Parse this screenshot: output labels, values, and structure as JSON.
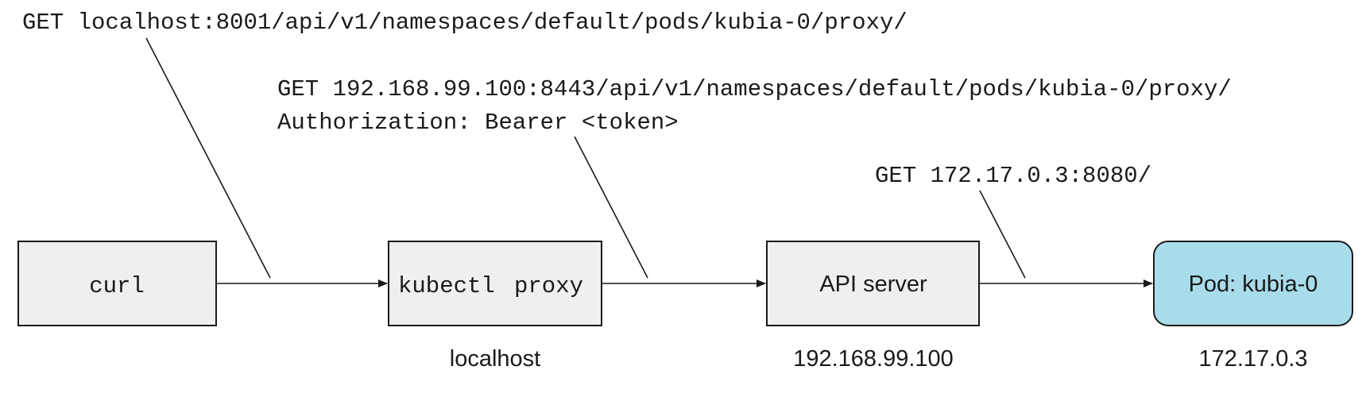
{
  "colors": {
    "box_fill": "#efefef",
    "pod_fill": "#a8dcea",
    "stroke": "#1a1a1a",
    "text": "#1a1a1a"
  },
  "requests": {
    "curl_request": "GET localhost:8001/api/v1/namespaces/default/pods/kubia-0/proxy/",
    "proxy_request_line1": "GET 192.168.99.100:8443/api/v1/namespaces/default/pods/kubia-0/proxy/",
    "proxy_request_line2": "Authorization: Bearer <token>",
    "api_request": "GET 172.17.0.3:8080/"
  },
  "nodes": {
    "curl": {
      "label": "curl"
    },
    "kubectl_proxy": {
      "label_part1": "kubectl",
      "label_part2": "proxy",
      "host": "localhost"
    },
    "api_server": {
      "label": "API server",
      "host": "192.168.99.100"
    },
    "pod": {
      "label": "Pod: kubia-0",
      "host": "172.17.0.3"
    }
  }
}
